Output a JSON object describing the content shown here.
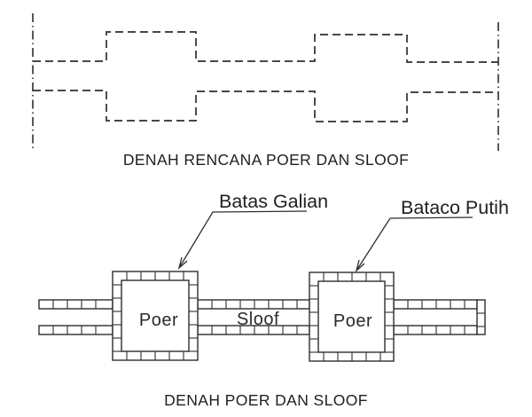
{
  "top_diagram": {
    "caption": "DENAH RENCANA POER DAN SLOOF"
  },
  "bottom_diagram": {
    "caption": "DENAH POER DAN SLOOF",
    "callout_batas_galian": "Batas Galian",
    "callout_bataco_putih": "Bataco Putih",
    "poer_left_label": "Poer",
    "sloof_label": "Sloof",
    "poer_right_label": "Poer"
  },
  "colors": {
    "line": "#2e2e2e",
    "text": "#1f1f1f",
    "background": "#ffffff"
  }
}
